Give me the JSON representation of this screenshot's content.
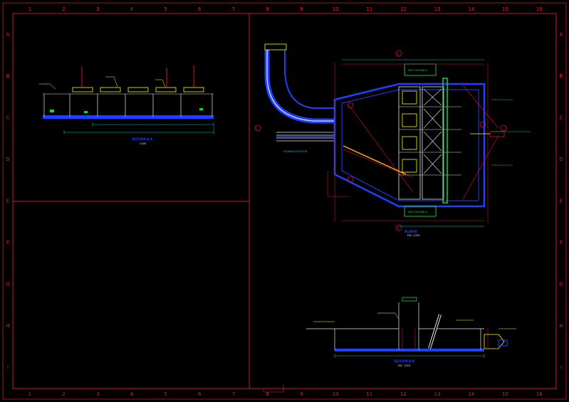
{
  "colors": {
    "background": "#000000",
    "border": "#d8102a",
    "structure": "#2040ff",
    "annotation": "#ffff00",
    "dimension": "#00d0d0",
    "accent_green": "#20d040",
    "white": "#e8e8e8"
  },
  "border": {
    "columns": [
      "1",
      "2",
      "3",
      "4",
      "5",
      "6",
      "7",
      "8",
      "9",
      "10",
      "11",
      "12",
      "13",
      "14",
      "15",
      "16"
    ],
    "rows": [
      "A",
      "B",
      "C",
      "D",
      "E",
      "F",
      "G",
      "H",
      "I"
    ]
  },
  "views": {
    "section_a": {
      "title": "SECCION A-A",
      "scale": "1/100"
    },
    "plan": {
      "title": "PLANTA",
      "scale": "ESC. 1/100"
    },
    "section_b": {
      "title": "SECCION B-B",
      "scale": "ESC. 1/100"
    }
  },
  "plan_labels": {
    "box_top": "RAST. MECANICO",
    "box_bottom": "RAST. MECANICO",
    "marker_a": "A",
    "marker_b": "B",
    "marker_c": "C",
    "intake_label": "LLEGADA COLECTOR"
  }
}
